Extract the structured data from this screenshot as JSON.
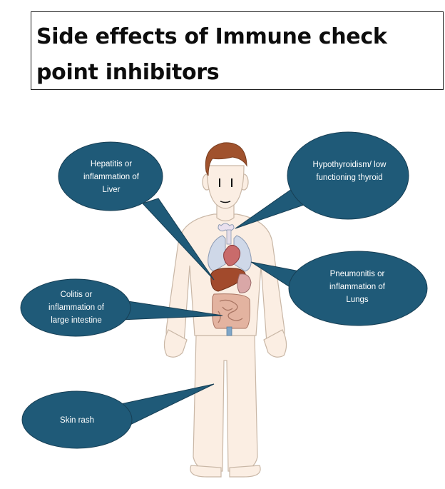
{
  "title": "Side effects of Immune check point inhibitors",
  "callouts": {
    "liver": "Hepatitis or inflammation of Liver",
    "thyroid": "Hypothyroidism/ low functioning thyroid",
    "lungs": "Pneumonitis or inflammation of Lungs",
    "intestine": "Colitis or inflammation of large intestine",
    "skin": "Skin rash"
  },
  "colors": {
    "callout": "#1f5a78",
    "skin": "#fbeee3",
    "hair": "#a0522d",
    "outline": "#c9b7a6"
  }
}
